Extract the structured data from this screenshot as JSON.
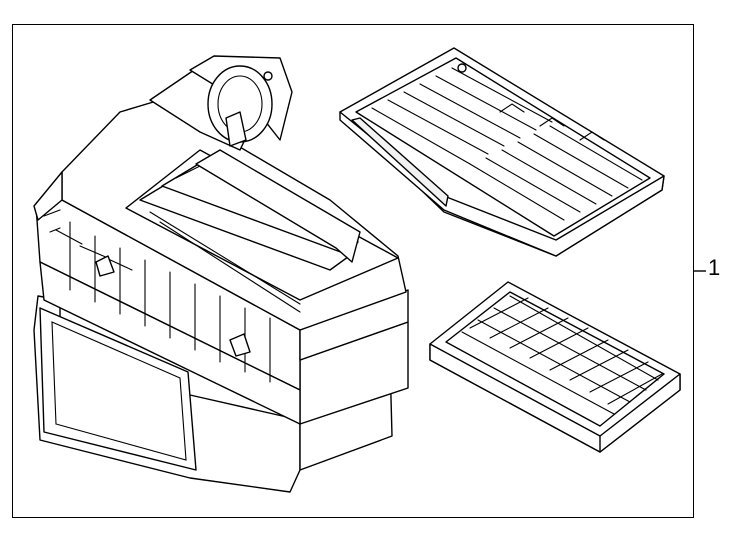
{
  "diagram": {
    "callout_label": "1",
    "parts": [
      {
        "name": "air-cleaner-housing"
      },
      {
        "name": "upper-filter-element"
      },
      {
        "name": "lower-filter-element"
      }
    ],
    "colors": {
      "line": "#000000",
      "background": "#ffffff",
      "shade": "#f2f2f2"
    }
  }
}
